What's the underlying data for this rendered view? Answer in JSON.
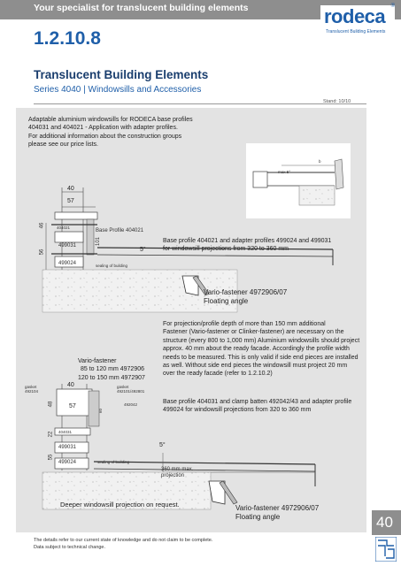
{
  "header": {
    "tagline": "Your specialist for translucent building elements",
    "logo_text": "rodeca",
    "logo_reg": "®",
    "logo_subtext": "Translucent Building Elements"
  },
  "page": {
    "section_number": "1.2.10.8",
    "title": "Translucent Building Elements",
    "subtitle": "Series 4040 | Windowsills and Accessories",
    "stand": "Stand: 10/10",
    "page_number": "40"
  },
  "intro": {
    "lines": [
      "Adaptable aluminium windowsills for RODECA base profiles",
      "404031 and 404021 - Application with adapter profiles.",
      "For additional information about the construction groups",
      "please see our price lists."
    ]
  },
  "diagram_top": {
    "dim_40": "40",
    "dim_57": "57",
    "dim_46": "46",
    "dim_56": "56",
    "dim_101": "101",
    "profile_404021": "404021",
    "base_profile_label": "Base Profile 404021",
    "part_499031": "499031",
    "part_499024": "499024",
    "sealing": "sealing of building",
    "angle": "5°",
    "caption_lines": [
      "Base profile 404021 and adapter profiles 499024 and 499031",
      "for windowsill projections from 320 to 360 mm"
    ],
    "fastener_lines": [
      "Vario-fastener 4972906/07",
      "Floating angle"
    ]
  },
  "detail_inset": {
    "dim_b": "b",
    "dim_angle": "max 5°"
  },
  "middle": {
    "projection_lines": [
      "For projection/profile depth of more than 150 mm additional",
      "Fastener (Vario-fastener or Clinker-fastener) are necessary on the",
      "structure (every 800 to 1,000 mm) Aluminium windowsills should project",
      "approx. 40 mm about the ready facade. Accordingly the profile width",
      "needs to be measured. This is only valid if side end pieces are installed",
      "as well. Without side end pieces the windowsill must project 20 mm",
      "over the ready facade (refer to 1.2.10.2)"
    ],
    "vario_lines": [
      "Vario-fastener",
      "85 to 120 mm 4972906",
      "120 to 150 mm 4972907"
    ]
  },
  "diagram_bottom": {
    "gasket_left": [
      "gasket",
      "492104"
    ],
    "gasket_right": [
      "gasket",
      "492101/492801"
    ],
    "dim_40": "40",
    "dim_57": "57",
    "dim_48": "48",
    "dim_22": "22",
    "dim_55": "55",
    "dim_60": "60",
    "part_492042": "492042",
    "part_404031": "404031",
    "part_499031": "499031",
    "part_499024": "499024",
    "sealing": "sealing of building",
    "angle": "5°",
    "projection_lines": [
      "360 mm max.",
      "projection"
    ],
    "caption_lines": [
      "Base profile 404031 and clamp batten 492042/43 and adapter profile",
      "499024 for windowsill projections from 320 to 360 mm"
    ],
    "deeper_note": "Deeper windowsill projection on request.",
    "fastener_lines": [
      "Vario-fastener 4972906/07",
      "Floating angle"
    ]
  },
  "footer": {
    "lines": [
      "The details refer to our current state of knowledge and do not claim to be complete.",
      "Data subject to technical change."
    ]
  },
  "colors": {
    "brand_blue": "#1f5fa9",
    "heading_navy": "#1a3e6e",
    "bar_grey": "#8e8e8e",
    "panel_grey": "#e3e3e3"
  }
}
